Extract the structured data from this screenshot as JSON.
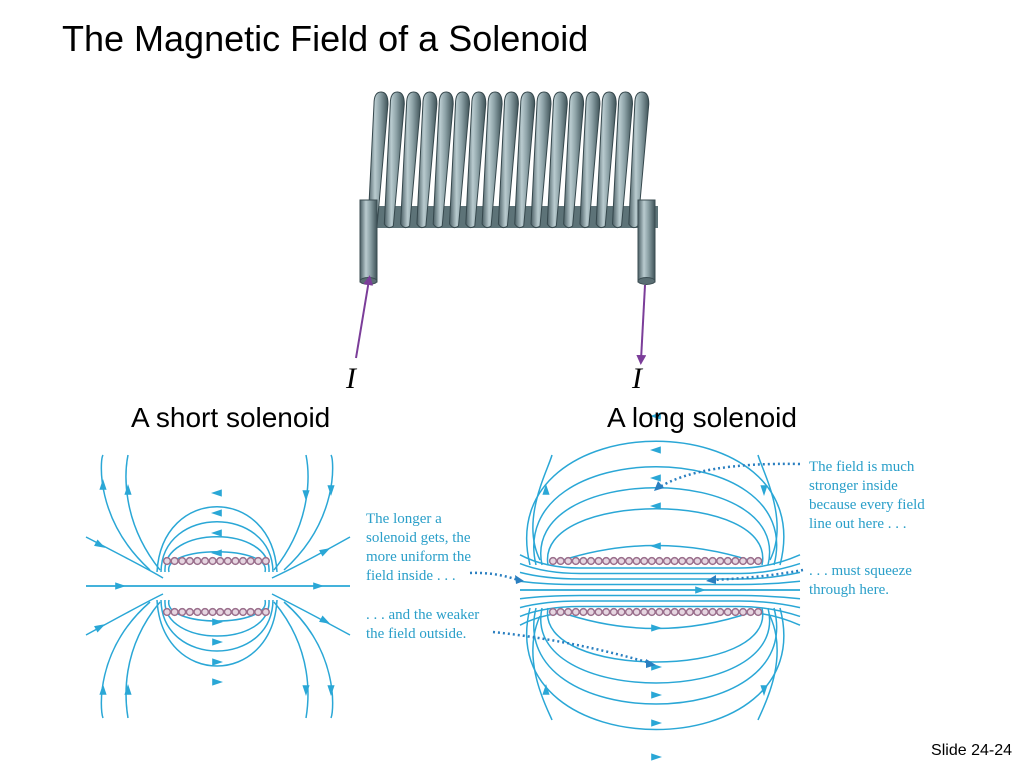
{
  "slide": {
    "title": "The Magnetic Field of a Solenoid",
    "footer": "Slide 24-24"
  },
  "coil": {
    "current_in_label": "I",
    "current_out_label": "I",
    "arrow_color": "#7b3d99"
  },
  "panels": {
    "short_caption": "A short solenoid",
    "long_caption": "A long solenoid"
  },
  "annotations": {
    "uniform_line1": "The longer a",
    "uniform_line2": "solenoid gets, the",
    "uniform_line3": "more uniform the",
    "uniform_line4": "field inside . . .",
    "weaker_line1": ". . . and the weaker",
    "weaker_line2": "the field outside.",
    "stronger_line1": "The field is much",
    "stronger_line2": "stronger inside",
    "stronger_line3": "because every field",
    "stronger_line4": "line out here . . .",
    "squeeze_line1": ". . . must squeeze",
    "squeeze_line2": "through here."
  },
  "colors": {
    "field_line": "#2aa7d6",
    "wire_dot": "#9a6f8c",
    "annotation_text": "#2a9fc9"
  }
}
